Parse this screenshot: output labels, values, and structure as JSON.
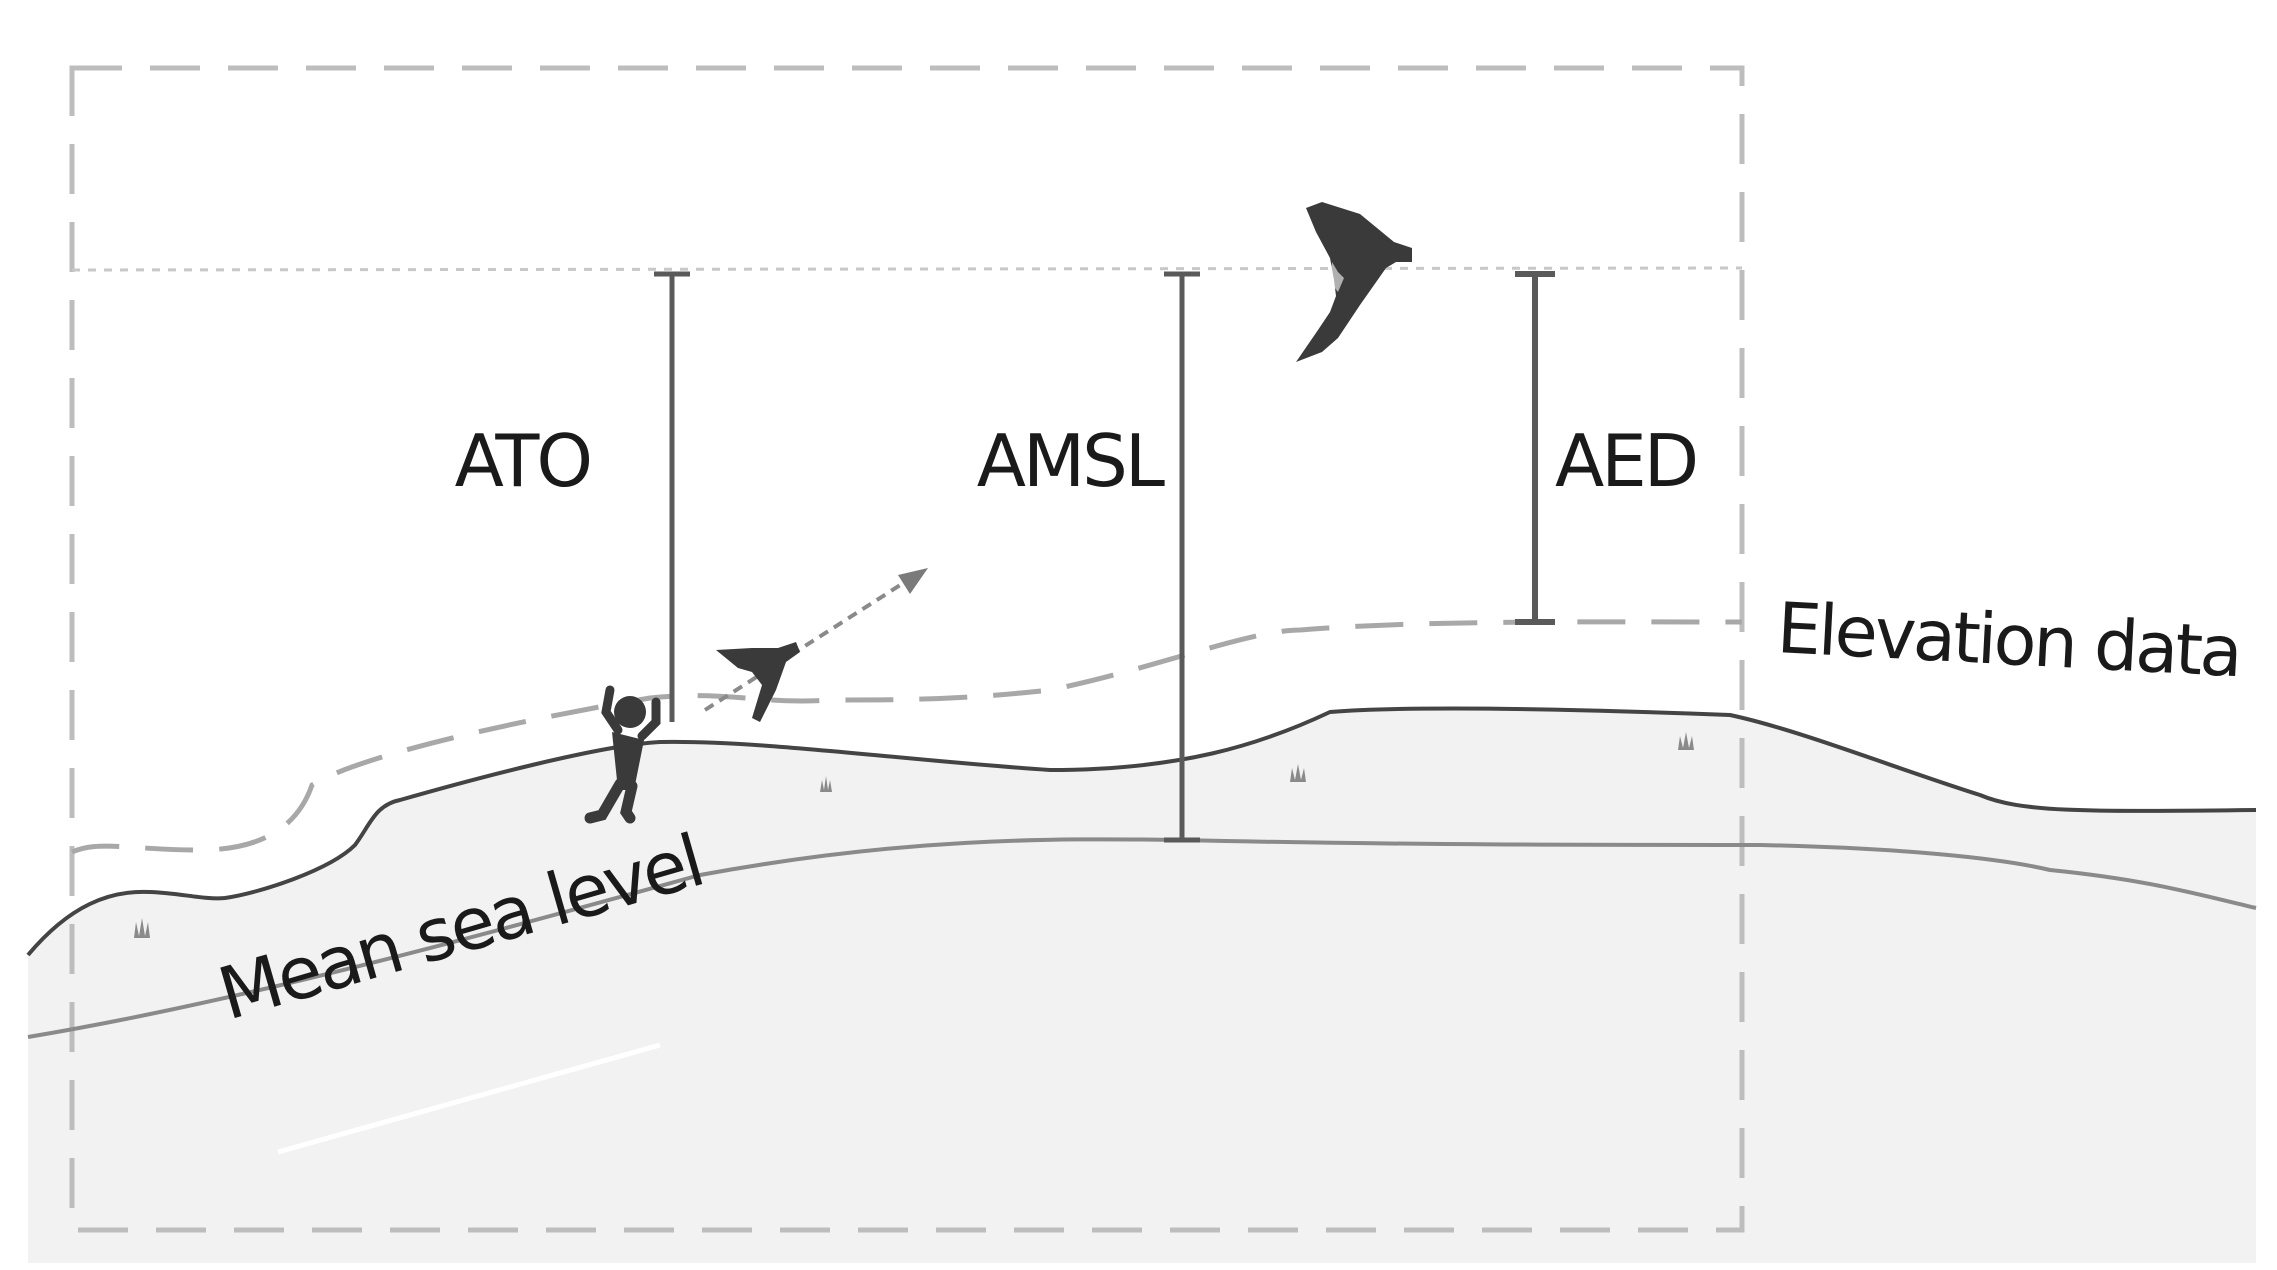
{
  "labels": {
    "ato": "ATO",
    "amsl": "AMSL",
    "aed": "AED",
    "elevation_data": "Elevation data",
    "mean_sea_level": "Mean sea level"
  },
  "colors": {
    "ground_fill": "#f2f2f2",
    "terrain_line": "#444444",
    "sea_level_line": "#8a8a8a",
    "elevation_dash": "#a8a8a8",
    "frame_dash": "#bdbdbd",
    "measure_bar": "#5a5a5a",
    "drone": "#3a3a3a",
    "pilot": "#3a3a3a"
  },
  "icons": {
    "pilot": "person-launching-icon",
    "drone_launch": "fixed-wing-drone-icon",
    "drone_flight": "fixed-wing-drone-icon",
    "grass": "grass-tuft-icon"
  }
}
